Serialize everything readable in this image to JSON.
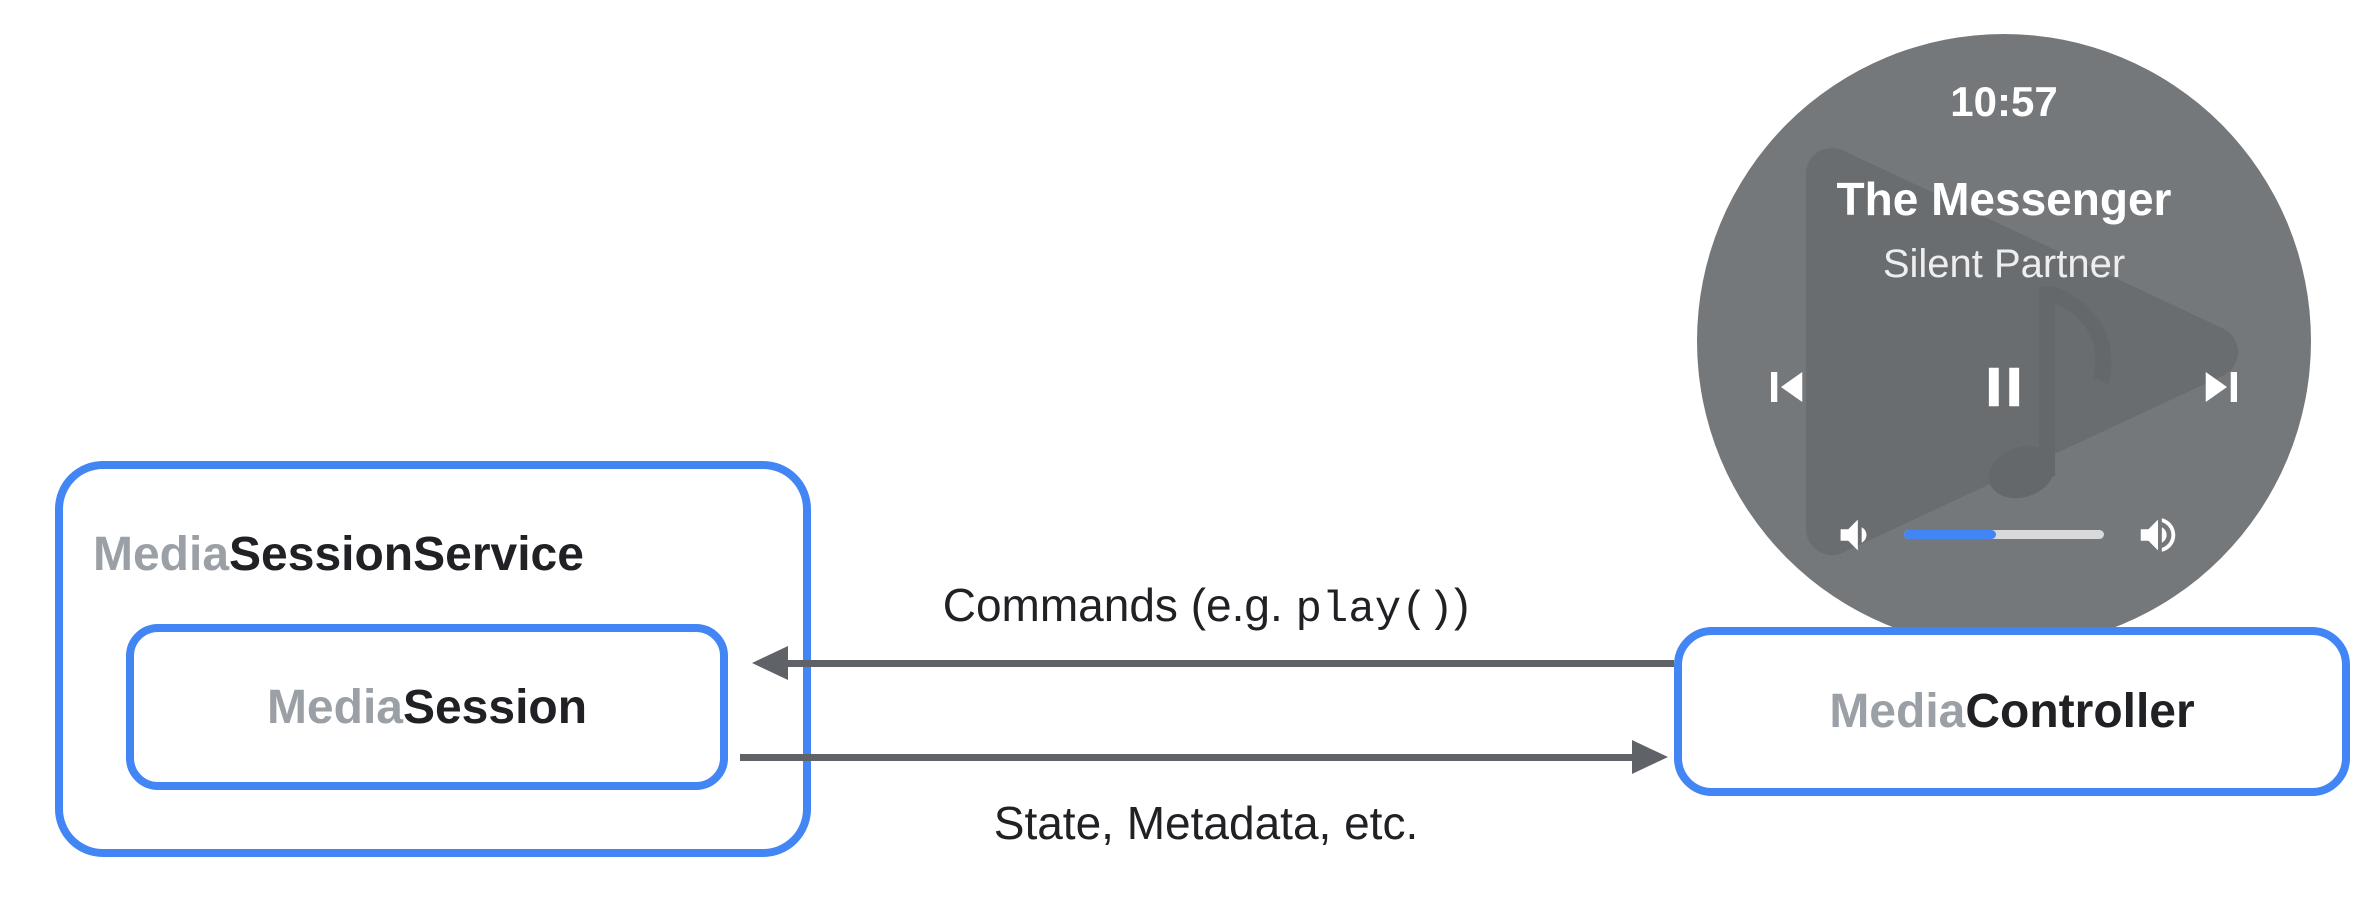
{
  "diagram": {
    "service_box": {
      "prefix": "Media",
      "suffix": "SessionService"
    },
    "session_box": {
      "prefix": "Media",
      "suffix": "Session"
    },
    "controller_box": {
      "prefix": "Media",
      "suffix": "Controller"
    },
    "commands_arrow": {
      "prefix": "Commands (e.g. ",
      "code": "play()",
      "suffix": ")",
      "direction": "right-to-left"
    },
    "state_arrow": {
      "label": "State, Metadata, etc.",
      "direction": "left-to-right"
    }
  },
  "watch": {
    "time": "10:57",
    "title": "The Messenger",
    "subtitle": "Silent Partner",
    "volume_percent": 46,
    "icons": {
      "skip_previous": "skip-previous-icon",
      "pause": "pause-icon",
      "skip_next": "skip-next-icon",
      "volume_down": "volume-down-icon",
      "volume_up": "volume-up-icon",
      "background": "play-triangle-with-music-note"
    }
  },
  "colors": {
    "accent_blue": "#4285F4",
    "media_prefix_gray": "#9AA0A6",
    "text_dark": "#202124",
    "arrow_gray": "#5F6368",
    "watch_background_gray": "#75787B",
    "watch_art_gray": "#6A6D70",
    "volume_track": "#D7D9DB",
    "icon_white": "#FFFFFF"
  }
}
